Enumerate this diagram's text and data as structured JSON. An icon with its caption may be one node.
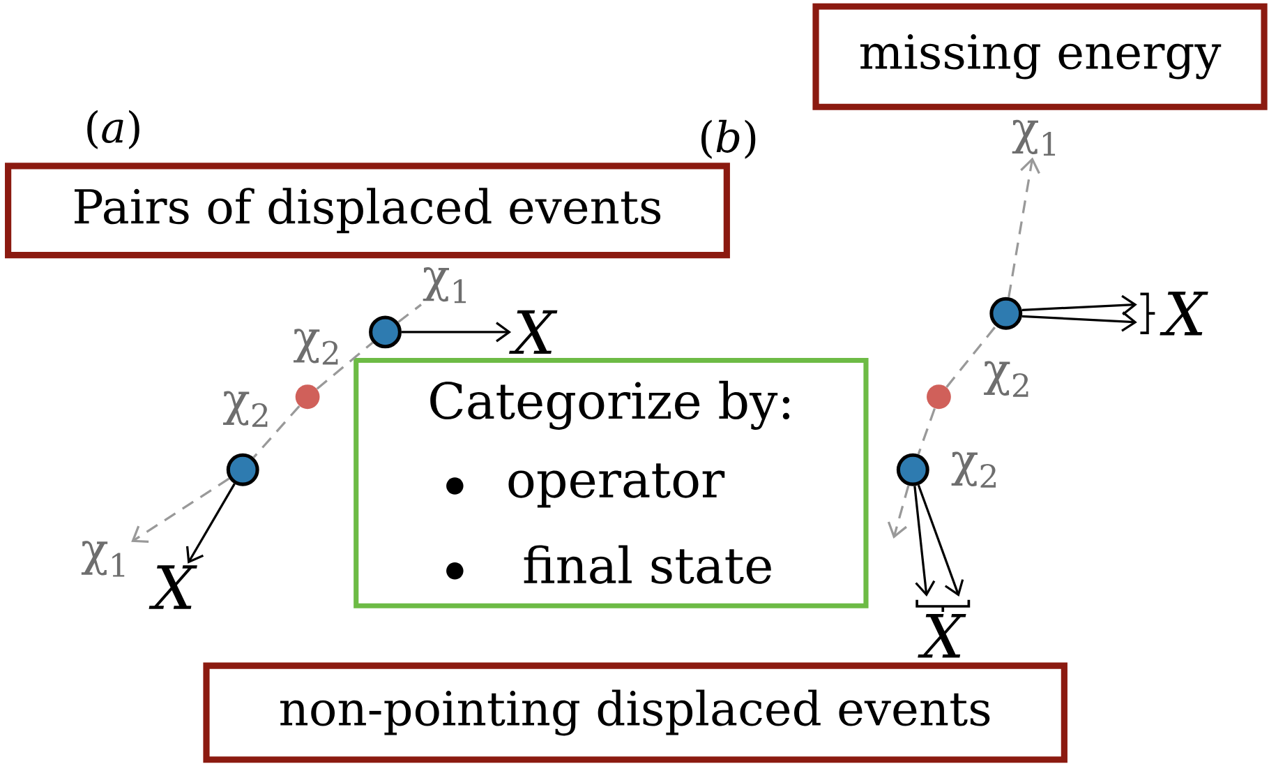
{
  "diagram": {
    "nodes": [
      {
        "text": [
          "missing energy"
        ]
      },
      {
        "text": [
          "Pairs of displaced events"
        ]
      },
      {
        "text": [
          "Categorize by:",
          "operator",
          "final state"
        ]
      },
      {
        "text": [
          "non-pointing displaced events"
        ]
      },
      {
        "text": [],
        "shape": "circle"
      },
      {
        "text": [],
        "shape": "circle"
      },
      {
        "text": [
          "χ$_{1}$"
        ]
      },
      {
        "text": [
          "X"
        ]
      },
      {
        "text": [],
        "shape": "circle"
      },
      {
        "text": [
          "χ$_{1}$"
        ]
      },
      {
        "text": [
          "X"
        ]
      },
      {
        "text": [],
        "shape": "circle"
      },
      {
        "text": [],
        "shape": "circle"
      },
      {
        "text": [
          "χ$_{1}$"
        ]
      },
      {
        "text": [
          "X"
        ]
      },
      {
        "text": [],
        "shape": "circle"
      },
      {
        "text": [
          "X"
        ]
      }
    ],
    "edges": [
      {
        "from": 4,
        "to": 5,
        "arrow": "none",
        "style": "dashed",
        "label": "χ$_{2}$"
      },
      {
        "from": 5,
        "to": 6,
        "arrow": "none",
        "style": "dashed"
      },
      {
        "from": 5,
        "to": 7,
        "arrow": "to",
        "color": "#000000"
      },
      {
        "from": 4,
        "to": 8,
        "arrow": "none",
        "style": "dashed",
        "label": "χ$_{2}$"
      },
      {
        "from": 8,
        "to": 9,
        "arrow": "to",
        "style": "dashed"
      },
      {
        "from": 8,
        "to": 10,
        "arrow": "to",
        "color": "#000000"
      },
      {
        "from": 11,
        "to": 12,
        "arrow": "none",
        "style": "dashed",
        "label": "χ$_{2}$"
      },
      {
        "from": 12,
        "to": 13,
        "arrow": "to",
        "style": "dashed"
      },
      {
        "from": 12,
        "to": 14,
        "arrow": "to",
        "color": "#000000"
      },
      {
        "from": 12,
        "to": 14,
        "arrow": "to",
        "color": "#000000"
      },
      {
        "from": 11,
        "to": 15,
        "arrow": "none",
        "style": "dashed",
        "label": "χ$_{2}$"
      },
      {
        "from": 15,
        "to": null,
        "arrow": "to",
        "style": "dashed"
      },
      {
        "from": 15,
        "to": 16,
        "arrow": "to",
        "color": "#000000"
      },
      {
        "from": 15,
        "to": 16,
        "arrow": "to",
        "color": "#000000"
      }
    ],
    "labels": [
      "(*a*)",
      "(*b*)"
    ]
  }
}
